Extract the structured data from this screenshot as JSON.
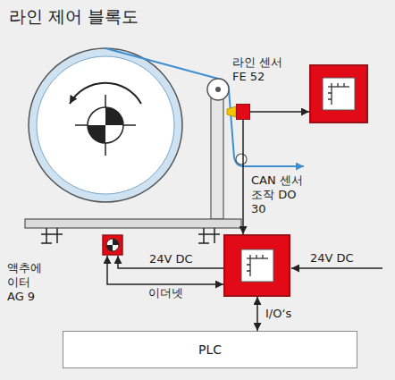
{
  "diagram": {
    "title": "라인 제어 블록도",
    "nodes": [
      {
        "text": [
          "라인 센서 FE 52"
        ]
      },
      {
        "text": []
      },
      {
        "text": [
          "액추에이터 AG 9"
        ]
      },
      {
        "text": []
      },
      {
        "text": [
          "PLC"
        ]
      }
    ],
    "edges": [
      {
        "from": 0,
        "to": 1,
        "arrow": "to"
      },
      {
        "from": 0,
        "to": 3,
        "arrow": "to",
        "label": "CAN 센서 조작 DO 30"
      },
      {
        "from": 3,
        "to": 2,
        "arrow": "to",
        "label": "24V DC"
      },
      {
        "from": 3,
        "to": 2,
        "arrow": "both",
        "label": "이더넷"
      },
      {
        "from": 3,
        "to": 4,
        "arrow": "both",
        "label": "I/O‘s"
      }
    ],
    "labels": [
      "24V DC"
    ]
  }
}
